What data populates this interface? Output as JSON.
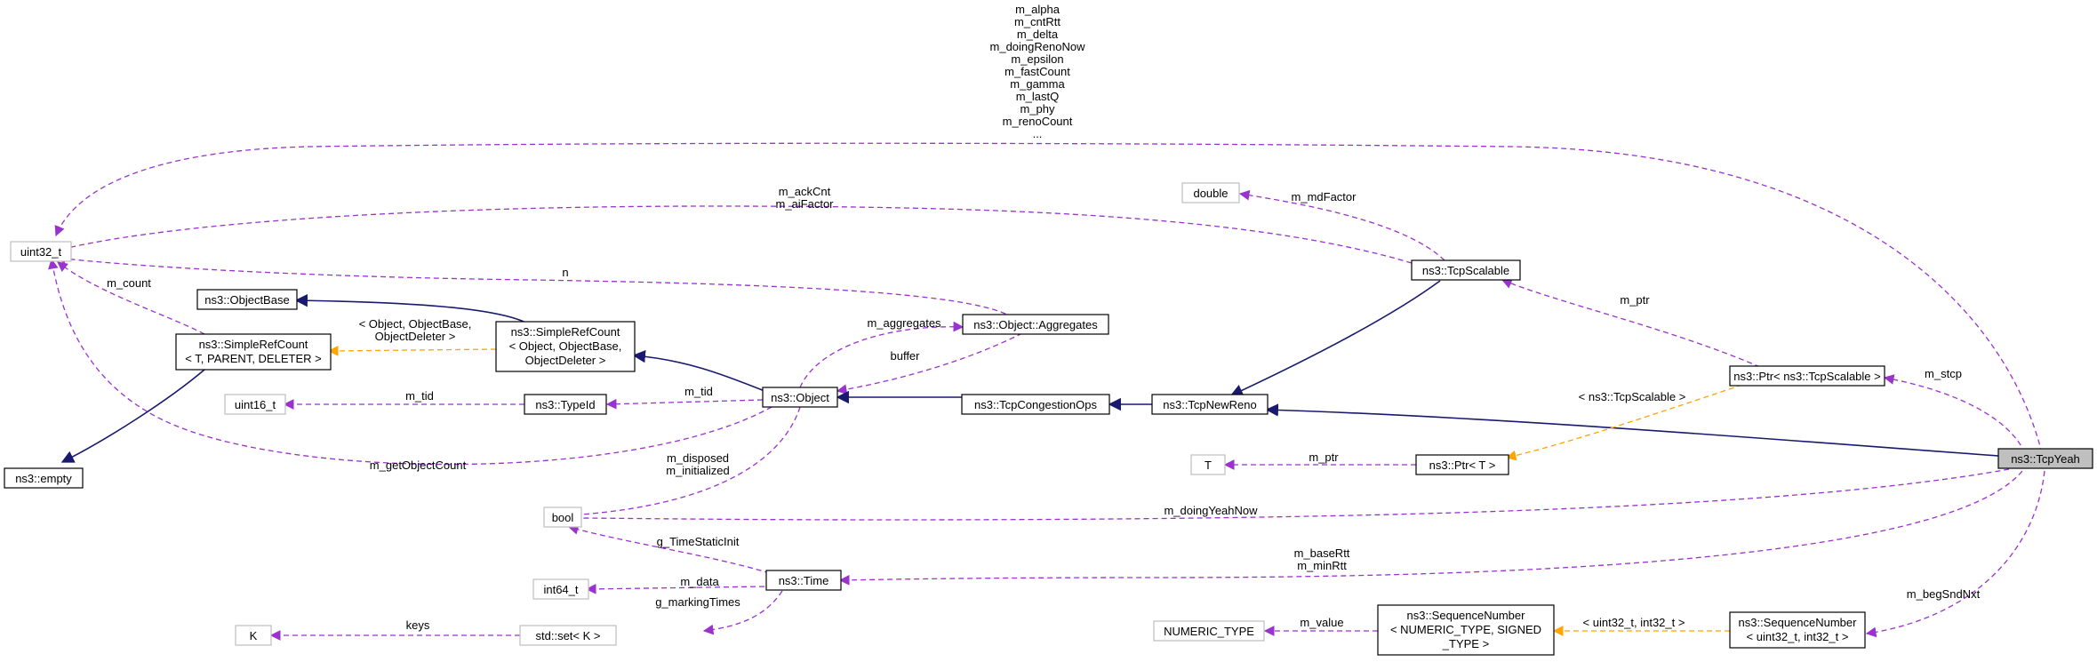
{
  "nodes": {
    "ns3_tcpyeah": "ns3::TcpYeah",
    "uint32_t": "uint32_t",
    "ns3_simplerefcount_tpd": [
      "ns3::SimpleRefCount",
      "< T, PARENT, DELETER >"
    ],
    "ns3_empty": "ns3::empty",
    "ns3_objectbase": "ns3::ObjectBase",
    "ns3_simplerefcount_obj": [
      "ns3::SimpleRefCount",
      "< Object, ObjectBase,",
      "ObjectDeleter >"
    ],
    "uint16_t": "uint16_t",
    "ns3_typeid": "ns3::TypeId",
    "ns3_object": "ns3::Object",
    "ns3_object_aggregates": "ns3::Object::Aggregates",
    "bool": "bool",
    "int64_t": "int64_t",
    "ns3_time": "ns3::Time",
    "k": "K",
    "std_set_k": "std::set< K >",
    "ns3_tcpcongestionops": "ns3::TcpCongestionOps",
    "ns3_tcpnewreno": "ns3::TcpNewReno",
    "ns3_tcpscalable": "ns3::TcpScalable",
    "double": "double",
    "ns3_ptr_tcpscalable": "ns3::Ptr< ns3::TcpScalable >",
    "t": "T",
    "ns3_ptr_t": "ns3::Ptr< T >",
    "numeric_type": "NUMERIC_TYPE",
    "ns3_seqnum_generic": [
      "ns3::SequenceNumber",
      "< NUMERIC_TYPE, SIGNED",
      "_TYPE >"
    ],
    "ns3_seqnum_uint32": [
      "ns3::SequenceNumber",
      "< uint32_t, int32_t >"
    ]
  },
  "edge_labels": {
    "yeah_uint32": [
      "m_alpha",
      "m_cntRtt",
      "m_delta",
      "m_doingRenoNow",
      "m_epsilon",
      "m_fastCount",
      "m_gamma",
      "m_lastQ",
      "m_phy",
      "m_renoCount",
      "..."
    ],
    "scalable_uint32": [
      "m_ackCnt",
      "m_aiFactor"
    ],
    "aggregates_uint32": [
      "n"
    ],
    "refcount_uint32": [
      "m_count"
    ],
    "refcount_obj_tpl": [
      "< Object, ObjectBase,",
      "ObjectDeleter >"
    ],
    "typeid_uint16": [
      "m_tid"
    ],
    "object_typeid": [
      "m_tid"
    ],
    "object_aggregates": [
      "m_aggregates"
    ],
    "aggregates_object": [
      "buffer"
    ],
    "object_uint32": [
      "m_getObjectCount"
    ],
    "object_bool": [
      "m_disposed",
      "m_initialized"
    ],
    "yeah_bool": [
      "m_doingYeahNow"
    ],
    "time_bool": [
      "g_TimeStaticInit"
    ],
    "time_int64": [
      "m_data"
    ],
    "time_set": [
      "g_markingTimes"
    ],
    "set_k": [
      "keys"
    ],
    "yeah_time": [
      "m_baseRtt",
      "m_minRtt"
    ],
    "scalable_double": [
      "m_mdFactor"
    ],
    "ptrscalable_scalable": [
      "m_ptr"
    ],
    "yeah_ptrscalable": [
      "m_stcp"
    ],
    "ptrscalable_tpl": [
      "< ns3::TcpScalable >"
    ],
    "ptrt_t": [
      "m_ptr"
    ],
    "seqgen_numeric": [
      "m_value"
    ],
    "seq32_tpl": [
      "< uint32_t, int32_t >"
    ],
    "yeah_seq32": [
      "m_begSndNxt"
    ]
  },
  "colors": {
    "usage": "#9a32cd",
    "inheritance": "#191970",
    "template": "#ffa500",
    "external_border": "#bfbfbf",
    "focus_fill": "#bfbfbf"
  }
}
